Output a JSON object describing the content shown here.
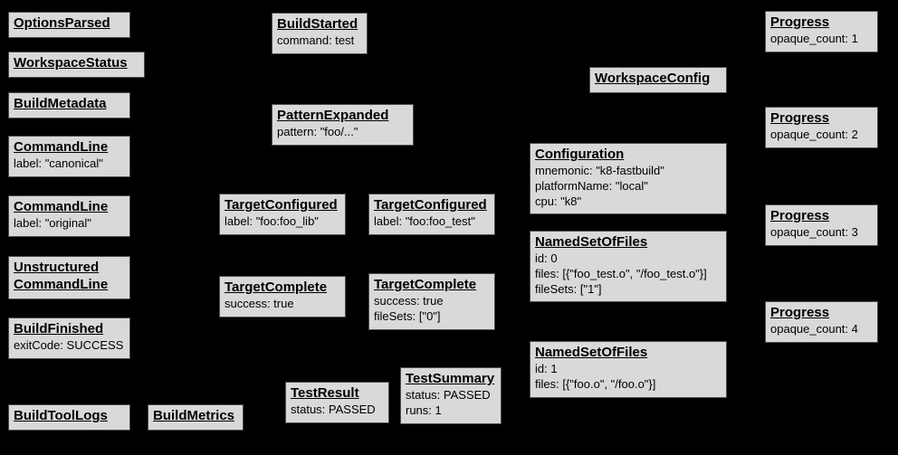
{
  "diagram": {
    "background_color": "#000000",
    "node_fill_color": "#d9d9d9",
    "node_border_color": "#4d4d4d",
    "nodes": {
      "options_parsed": {
        "title": "OptionsParsed"
      },
      "workspace_status": {
        "title": "WorkspaceStatus"
      },
      "build_metadata": {
        "title": "BuildMetadata"
      },
      "command_line_canonical": {
        "title": "CommandLine",
        "lines": [
          "label: \"canonical\""
        ]
      },
      "command_line_original": {
        "title": "CommandLine",
        "lines": [
          "label: \"original\""
        ]
      },
      "unstructured_command_line": {
        "title": "Unstructured",
        "title2": "CommandLine"
      },
      "build_finished": {
        "title": "BuildFinished",
        "lines": [
          "exitCode: SUCCESS"
        ]
      },
      "build_tool_logs": {
        "title": "BuildToolLogs"
      },
      "build_metrics": {
        "title": "BuildMetrics"
      },
      "build_started": {
        "title": "BuildStarted",
        "lines": [
          "command: test"
        ]
      },
      "pattern_expanded": {
        "title": "PatternExpanded",
        "lines": [
          "pattern: \"foo/...\""
        ]
      },
      "target_configured_lib": {
        "title": "TargetConfigured",
        "lines": [
          "label: \"foo:foo_lib\""
        ]
      },
      "target_configured_test": {
        "title": "TargetConfigured",
        "lines": [
          "label: \"foo:foo_test\""
        ]
      },
      "target_complete_lib": {
        "title": "TargetComplete",
        "lines": [
          "success: true"
        ]
      },
      "target_complete_test": {
        "title": "TargetComplete",
        "lines": [
          "success: true",
          "fileSets: [\"0\"]"
        ]
      },
      "test_result": {
        "title": "TestResult",
        "lines": [
          "status: PASSED"
        ]
      },
      "test_summary": {
        "title": "TestSummary",
        "lines": [
          "status: PASSED",
          "runs: 1"
        ]
      },
      "workspace_config": {
        "title": "WorkspaceConfig"
      },
      "configuration": {
        "title": "Configuration",
        "lines": [
          "mnemonic: \"k8-fastbuild\"",
          "platformName: \"local\"",
          "cpu: \"k8\""
        ]
      },
      "named_set_of_files_0": {
        "title": "NamedSetOfFiles",
        "lines": [
          "id: 0",
          "files: [{\"foo_test.o\", \"/foo_test.o\"}]",
          "fileSets: [\"1\"]"
        ]
      },
      "named_set_of_files_1": {
        "title": "NamedSetOfFiles",
        "lines": [
          "id: 1",
          "files: [{\"foo.o\", \"/foo.o\"}]"
        ]
      },
      "progress_1": {
        "title": "Progress",
        "lines": [
          "opaque_count: 1"
        ]
      },
      "progress_2": {
        "title": "Progress",
        "lines": [
          "opaque_count: 2"
        ]
      },
      "progress_3": {
        "title": "Progress",
        "lines": [
          "opaque_count: 3"
        ]
      },
      "progress_4": {
        "title": "Progress",
        "lines": [
          "opaque_count: 4"
        ]
      }
    }
  }
}
